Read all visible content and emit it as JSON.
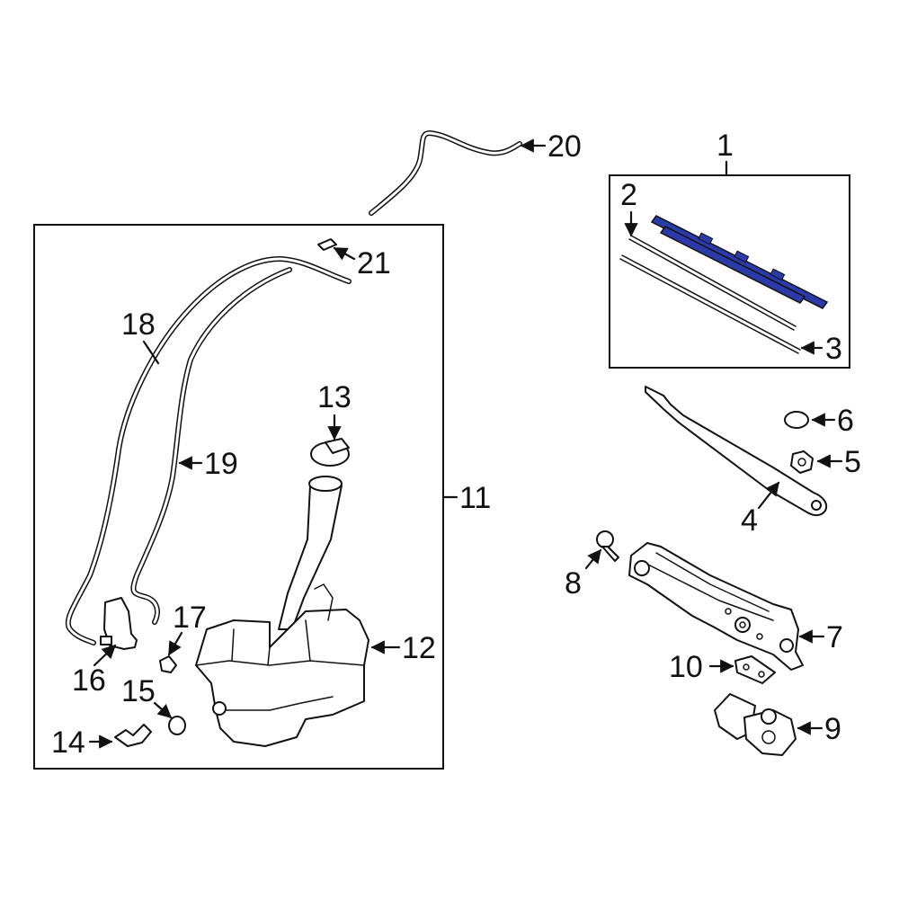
{
  "highlight_color": "#2b3aa8",
  "callouts": {
    "c1": "1",
    "c2": "2",
    "c3": "3",
    "c4": "4",
    "c5": "5",
    "c6": "6",
    "c7": "7",
    "c8": "8",
    "c9": "9",
    "c10": "10",
    "c11": "11",
    "c12": "12",
    "c13": "13",
    "c14": "14",
    "c15": "15",
    "c16": "16",
    "c17": "17",
    "c18": "18",
    "c19": "19",
    "c20": "20",
    "c21": "21"
  }
}
